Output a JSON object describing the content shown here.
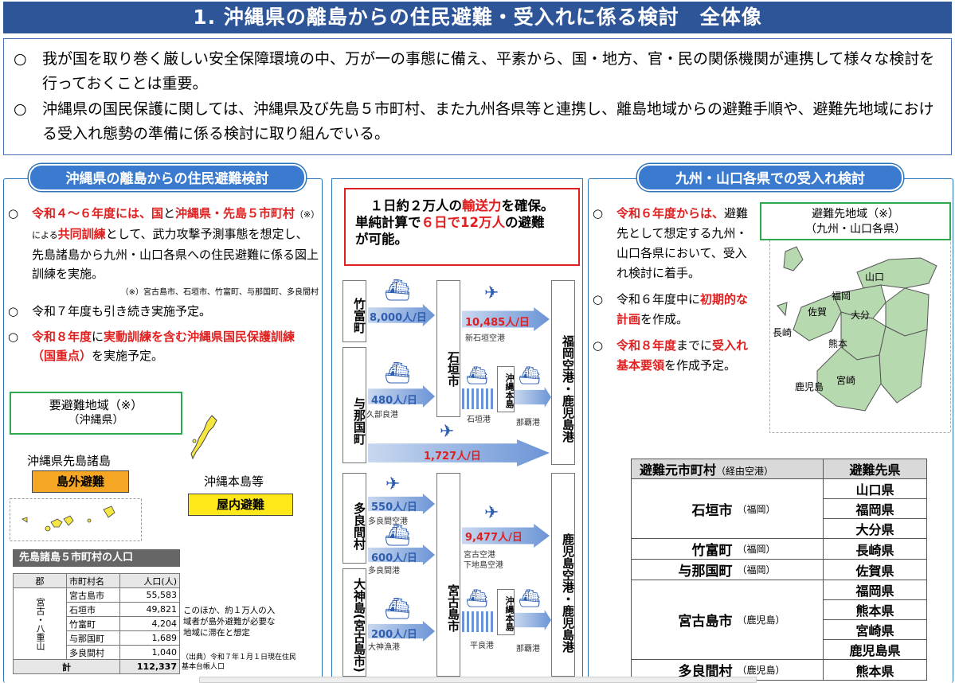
{
  "title": "1. 沖縄県の離島からの住民避難・受入れに係る検討　全体像",
  "intro": [
    "我が国を取り巻く厳しい安全保障環境の中、万が一の事態に備え、平素から、国・地方、官・民の関係機関が連携して様々な検討を行っておくことは重要。",
    "沖縄県の国民保護に関しては、沖縄県及び先島５市町村、また九州各県等と連携し、離島地域からの避難手順や、避難先地域における受入れ態勢の準備に係る検討に取り組んでいる。"
  ],
  "bullet": "○",
  "left": {
    "header": "沖縄県の離島からの住民避難検討",
    "item1_red1": "令和４～６年度には、国",
    "item1_black1": "と",
    "item1_red2": "沖縄県・先島５市町村",
    "item1_black2": "（※）による",
    "item1_red3": "共同訓練",
    "item1_black3": "として、武力攻撃予測事態を想定し、先島諸島から九州・山口各県への住民避難に係る図上訓練を実施。",
    "item1_note": "（※）宮古島市、石垣市、竹富町、与那国町、多良間村",
    "item2": "令和７年度も引き続き実施予定。",
    "item3_red1": "令和８年度",
    "item3_black1": "に",
    "item3_red2": "実動訓練を含む沖縄県国民保護訓練（国重点）",
    "item3_black2": "を実施予定。",
    "area_box_line1": "要避難地域（※）",
    "area_box_line2": "（沖縄県）",
    "sakishima_label": "沖縄県先島諸島",
    "sakishima_badge": "島外避難",
    "honto_label": "沖縄本島等",
    "honto_badge": "屋内避難",
    "pop_title": "先島諸島５市町村の人口",
    "pop_headers": [
      "郡",
      "市町村名",
      "人口(人)"
    ],
    "pop_gun": "宮古・八重山",
    "pop_rows": [
      [
        "宮古島市",
        "55,583"
      ],
      [
        "石垣市",
        "49,821"
      ],
      [
        "竹富町",
        "4,204"
      ],
      [
        "与那国町",
        "1,689"
      ],
      [
        "多良間村",
        "1,040"
      ]
    ],
    "pop_total_label": "計",
    "pop_total": "112,337",
    "side_note": "このほか、約１万人の入域者が島外避難が必要な地域に滞在と想定",
    "source": "（出典）令和７年１月１日現在住民基本台帳人口"
  },
  "middle": {
    "highlight_l1_a": "１日約２万人の",
    "highlight_l1_b": "輸送力",
    "highlight_l1_c": "を確保。",
    "highlight_l2_a": "単純計算で",
    "highlight_l2_b": "６日で12万人",
    "highlight_l2_c": "の避難",
    "highlight_l3": "が可能。",
    "taketomi": "竹富町",
    "yonaguni": "与那国町",
    "tarama": "多良間村",
    "ogami": "大神島(宮古島市)",
    "ishigaki": "石垣市",
    "miyakojima": "宮古島市",
    "fukuoka_dest": "福岡空港・鹿児島港",
    "kagoshima_dest": "鹿児島空港・鹿児島港",
    "okinawa1": "沖縄本島",
    "okinawa2": "沖縄本島",
    "f_taketomi": "8,000人/日",
    "f_ishigaki_air": "10,485人/日",
    "p_ishigaki_air": "新石垣空港",
    "f_yonaguni": "480人/日",
    "p_yonaguni": "久部良港",
    "p_ishigaki_port": "石垣港",
    "p_naha1": "那覇港",
    "f_yonaguni_air": "1,727人/日",
    "f_tarama_air": "550人/日",
    "p_tarama_air": "多良間空港",
    "f_tarama_sea": "600人/日",
    "p_tarama_sea": "多良間港",
    "f_miyako_air": "9,477人/日",
    "p_miyako_air1": "宮古空港",
    "p_miyako_air2": "下地島空港",
    "f_ogami": "200人/日",
    "p_ogami": "大神漁港",
    "p_hirara": "平良港",
    "p_naha2": "那覇港"
  },
  "right": {
    "header": "九州・山口各県での受入れ検討",
    "item1_red": "令和６年度からは、",
    "item1_black": "避難先として想定する九州・山口各県において、受入れ検討に着手。",
    "item2_black1": "令和６年度中に",
    "item2_red": "初期的な計画",
    "item2_black2": "を作成。",
    "item3_red1": "令和８年度",
    "item3_black1": "までに",
    "item3_red2": "受入れ基本要領",
    "item3_black2": "を作成予定。",
    "dest_box_line1": "避難先地域（※）",
    "dest_box_line2": "（九州・山口各県）",
    "map_labels": [
      "山口",
      "福岡",
      "佐賀",
      "大分",
      "長崎",
      "熊本",
      "宮崎",
      "鹿児島"
    ],
    "table_head_left": "避難元市町村",
    "table_head_left_sub": "（経由空港）",
    "table_head_right": "避難先県",
    "groups": [
      {
        "city": "石垣市",
        "via": "（福岡）",
        "dests": [
          "山口県",
          "福岡県",
          "大分県"
        ]
      },
      {
        "city": "竹富町",
        "via": "（福岡）",
        "dests": [
          "長崎県"
        ]
      },
      {
        "city": "与那国町",
        "via": "（福岡）",
        "dests": [
          "佐賀県"
        ]
      },
      {
        "city": "宮古島市",
        "via": "（鹿児島）",
        "dests": [
          "福岡県",
          "熊本県",
          "宮崎県",
          "鹿児島県"
        ]
      },
      {
        "city": "多良間村",
        "via": "（鹿児島）",
        "dests": [
          "熊本県"
        ]
      }
    ]
  }
}
